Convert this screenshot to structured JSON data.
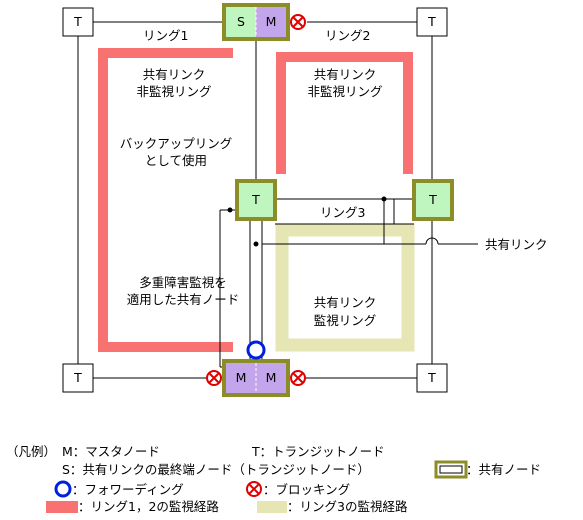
{
  "colors": {
    "ring12_path": "#F87272",
    "ring3_path": "#E6E6B4",
    "shared_node_border": "#8C8C28",
    "node_green": "#BFF5BF",
    "node_purple": "#C3A5EB",
    "blocking": "#E00000",
    "forwarding": "#0020E0"
  },
  "nodes": {
    "transit": "T",
    "master": "M",
    "shared_end": "S"
  },
  "labels": {
    "ring1": "リング1",
    "ring2": "リング2",
    "ring3": "リング3",
    "left_nonmonitor_l1": "共有リンク",
    "left_nonmonitor_l2": "非監視リング",
    "right_nonmonitor_l1": "共有リンク",
    "right_nonmonitor_l2": "非監視リング",
    "backup_l1": "バックアップリング",
    "backup_l2": "として使用",
    "multi_l1": "多重障害監視を",
    "multi_l2": "適用した共有ノード",
    "monitor_l1": "共有リンク",
    "monitor_l2": "監視リング",
    "shared_link": "共有リンク"
  },
  "legend": {
    "title": "（凡例）",
    "master": "M：マスタノード",
    "transit": "T：トランジットノード",
    "shared_end": "S：共有リンクの最終端ノード（トランジットノード）",
    "shared_node": "：共有ノード",
    "forwarding": "：フォワーディング",
    "blocking": "：ブロッキング",
    "ring12_path": "：リング1，2の監視経路",
    "ring3_path": "：リング3の監視経路"
  }
}
